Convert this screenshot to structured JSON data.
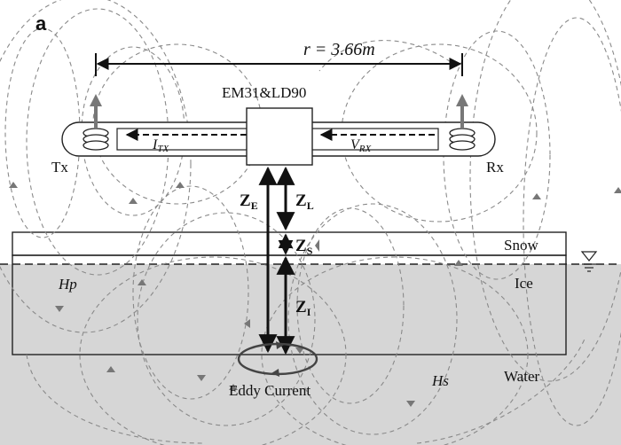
{
  "figure": {
    "panel_label": "a",
    "distance_label": "r = 3.66m",
    "instrument_label": "EM31&LD90",
    "transmitter_label": "Tx",
    "receiver_label": "Rx",
    "current_label": "I",
    "current_sub": "TX",
    "voltage_label": "V",
    "voltage_sub": "RX",
    "ze_label": "Z",
    "ze_sub": "E",
    "zl_label": "Z",
    "zl_sub": "L",
    "zs_label": "Z",
    "zs_sub": "S",
    "zi_label": "Z",
    "zi_sub": "I",
    "snow_label": "Snow",
    "ice_label": "Ice",
    "water_label": "Water",
    "primary_field_label": "Hp",
    "secondary_field_label": "Hs",
    "eddy_label": "Eddy Current"
  },
  "colors": {
    "water_fill": "#d6d6d6",
    "snow_fill": "#ffffff",
    "line": "#222222",
    "field_line": "#8a8a8a"
  }
}
